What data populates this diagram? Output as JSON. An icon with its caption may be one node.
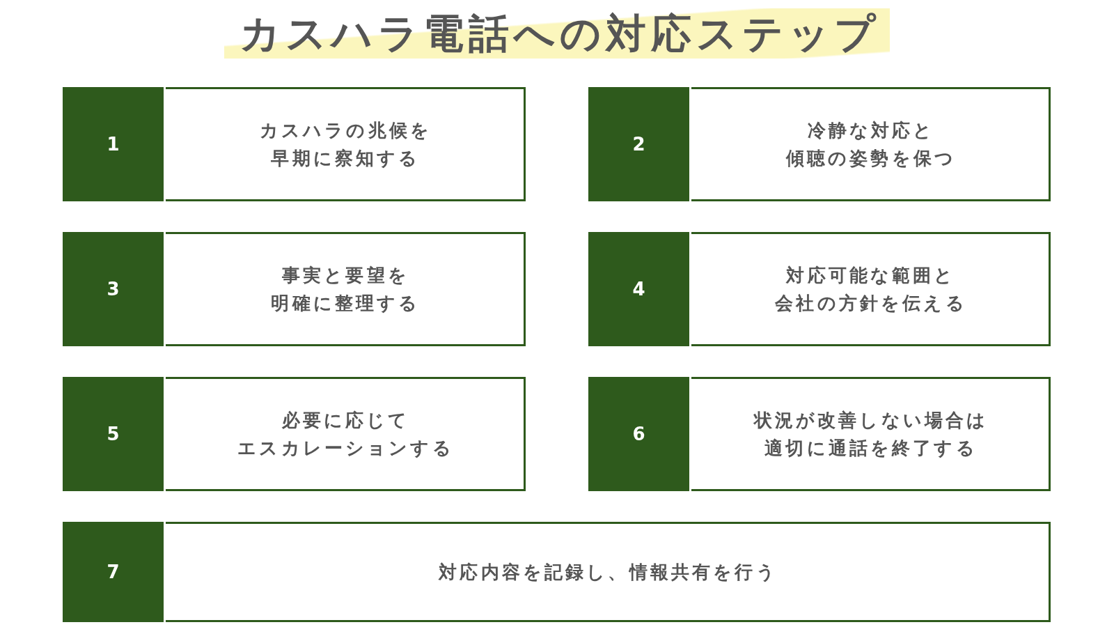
{
  "diagram": {
    "title": "カスハラ電話への対応ステップ",
    "nodes": [
      {
        "text": [
          "1",
          "カスハラの兆候を早期に察知する"
        ]
      },
      {
        "text": [
          "2",
          "冷静な対応と傾聴の姿勢を保つ"
        ]
      },
      {
        "text": [
          "3",
          "事実と要望を明確に整理する"
        ]
      },
      {
        "text": [
          "4",
          "対応可能な範囲と会社の方針を伝える"
        ]
      },
      {
        "text": [
          "5",
          "必要に応じてエスカレーションする"
        ]
      },
      {
        "text": [
          "6",
          "状況が改善しない場合は適切に通話を終了する"
        ]
      },
      {
        "text": [
          "7",
          "対応内容を記録し、情報共有を行う"
        ]
      }
    ]
  }
}
